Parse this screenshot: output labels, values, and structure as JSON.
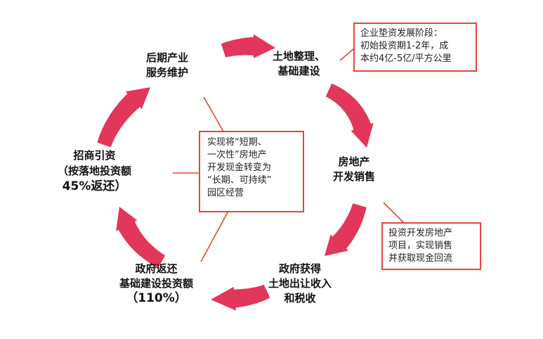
{
  "colors": {
    "arrow": "#e2365b",
    "note_border": "#e8452f"
  },
  "nodes": {
    "land": [
      "土地整理、",
      "基础建设"
    ],
    "property": [
      "房地产",
      "开发销售"
    ],
    "gov_income": [
      "政府获得",
      "土地出让收入",
      "和税收"
    ],
    "gov_return": [
      "政府返还",
      "基础建设投资额",
      "（110%）"
    ],
    "investment": [
      "招商引资",
      "（按落地投资额",
      "45%返还）"
    ],
    "service": [
      "后期产业",
      "服务维护"
    ]
  },
  "notes": {
    "stage": [
      "企业垫资发展阶段：",
      "初始投资期1-2年，成",
      "本约4亿-5亿/平方公里"
    ],
    "center": [
      "实现将“短期、",
      "一次性”房地产",
      "开发现金转变为",
      "“长期、可持续”",
      "园区经营"
    ],
    "sales": [
      "投资开发房地产",
      "项目，实现销售",
      "并获取现金回流"
    ]
  }
}
